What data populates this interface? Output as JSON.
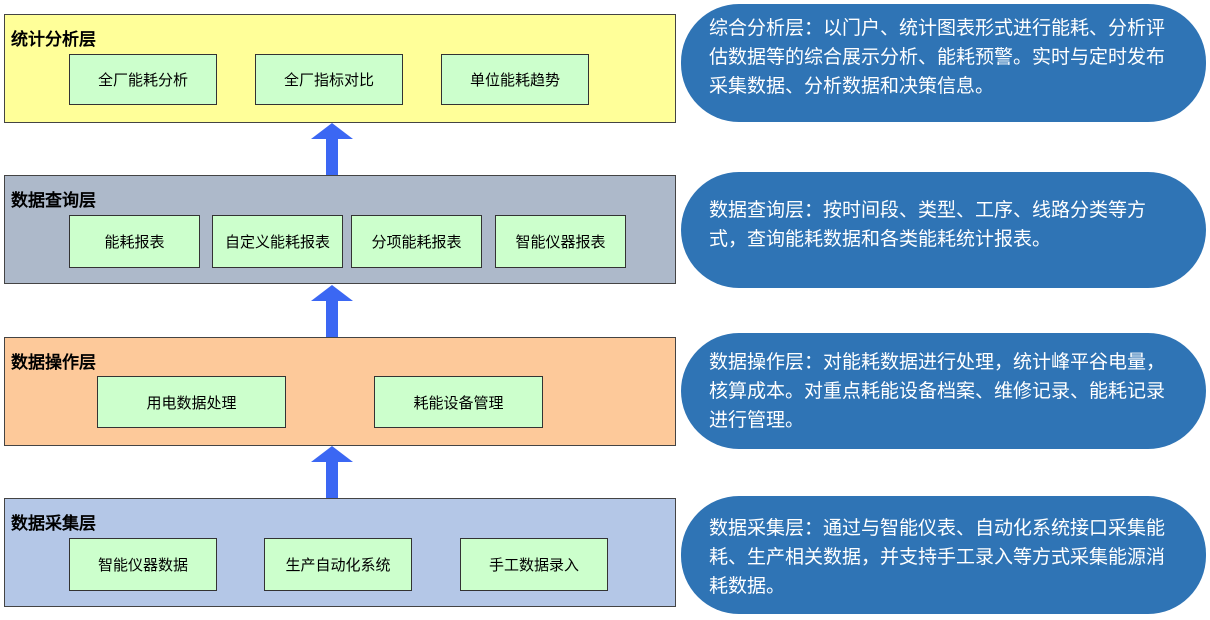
{
  "layers": [
    {
      "title": "统计分析层",
      "color": "#ffff99",
      "boxes": [
        "全厂能耗分析",
        "全厂指标对比",
        "单位能耗趋势"
      ],
      "description": "综合分析层：以门户、统计图表形式进行能耗、分析评估数据等的综合展示分析、能耗预警。实时与定时发布采集数据、分析数据和决策信息。"
    },
    {
      "title": "数据查询层",
      "color": "#adb9ca",
      "boxes": [
        "能耗报表",
        "自定义能耗报表",
        "分项能耗报表",
        "智能仪器报表"
      ],
      "description": "数据查询层：按时间段、类型、工序、线路分类等方式，查询能耗数据和各类能耗统计报表。"
    },
    {
      "title": "数据操作层",
      "color": "#fdc99a",
      "boxes": [
        "用电数据处理",
        "耗能设备管理"
      ],
      "description": "数据操作层：对能耗数据进行处理，统计峰平谷电量，核算成本。对重点耗能设备档案、维修记录、能耗记录进行管理。"
    },
    {
      "title": "数据采集层",
      "color": "#b4c7e7",
      "boxes": [
        "智能仪器数据",
        "生产自动化系统",
        "手工数据录入"
      ],
      "description": "数据采集层：通过与智能仪表、自动化系统接口采集能耗、生产相关数据，并支持手工录入等方式采集能源消耗数据。"
    }
  ],
  "colors": {
    "box_fill": "#ccffcc",
    "arrow": "#3b67f3",
    "bubble": "#2f74b5"
  }
}
